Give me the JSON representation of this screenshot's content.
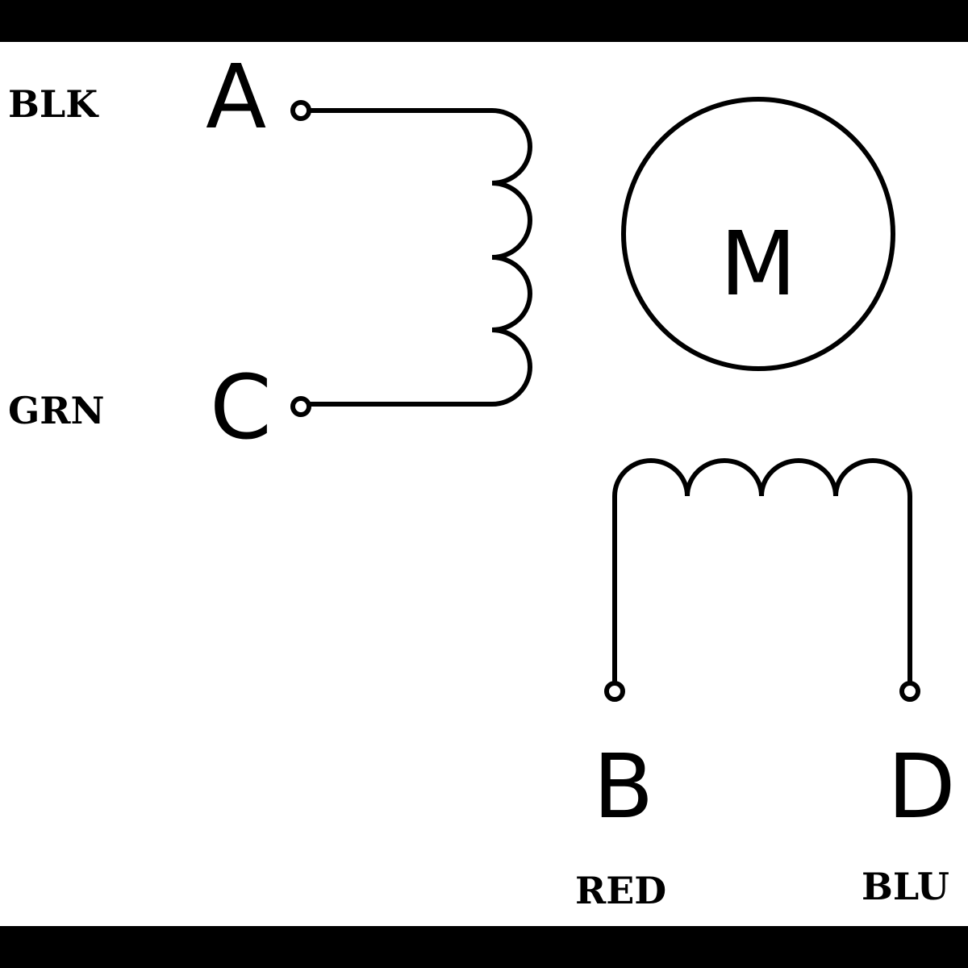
{
  "terminals": {
    "a": {
      "letter": "A",
      "wire_color": "BLK"
    },
    "c": {
      "letter": "C",
      "wire_color": "GRN"
    },
    "b": {
      "letter": "B",
      "wire_color": "RED"
    },
    "d": {
      "letter": "D",
      "wire_color": "BLU"
    }
  },
  "motor": {
    "label": "M"
  }
}
